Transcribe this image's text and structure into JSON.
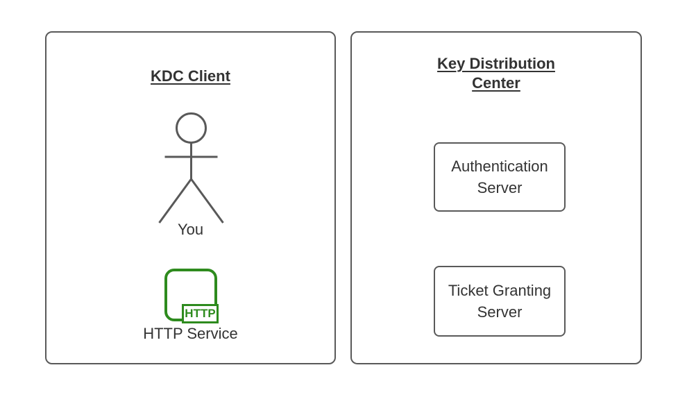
{
  "app": {
    "background": "#ffffff"
  },
  "colors": {
    "panel_border": "#595959",
    "text": "#333333",
    "accent_green": "#2E8B1E"
  },
  "left_panel": {
    "title": "KDC Client",
    "actor": {
      "icon": "stick-figure-icon",
      "label": "You"
    },
    "http_service": {
      "icon": "http-service-icon",
      "badge_text": "HTTP",
      "label": "HTTP Service"
    }
  },
  "right_panel": {
    "title_lines": [
      "Key Distribution",
      "Center"
    ],
    "boxes": [
      {
        "lines": [
          "Authentication",
          "Server"
        ]
      },
      {
        "lines": [
          "Ticket Granting",
          "Server"
        ]
      }
    ]
  }
}
